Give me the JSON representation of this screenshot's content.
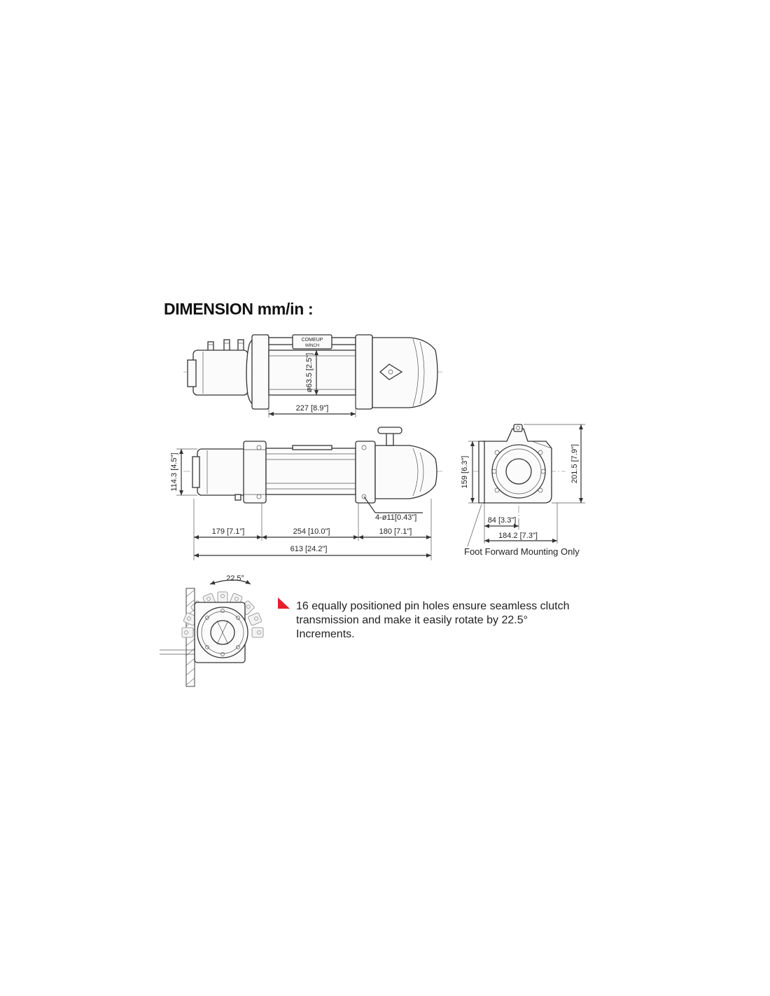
{
  "heading": "DIMENSION mm/in :",
  "logo_text": [
    "COMEUP",
    "WINCH"
  ],
  "dimensions": {
    "drum_diameter": "ø63.5 [2.5\"]",
    "drum_length": "227 [8.9\"]",
    "motor_height": "114.3 [4.5\"]",
    "bolt_holes": "4-ø11[0.43\"]",
    "motor_section": "179 [7.1\"]",
    "drum_section": "254 [10.0\"]",
    "gear_section": "180 [7.1\"]",
    "overall_length": "613 [24.2\"]",
    "foot_height": "159 [6.3\"]",
    "overall_height": "201.5 [7.9\"]",
    "foot_offset": "84 [3.3\"]",
    "foot_width": "184.2 [7.3\"]",
    "angle": "22.5°"
  },
  "mounting_note": "Foot Forward Mounting Only",
  "feature_note": [
    "16 equally positioned pin holes ensure seamless clutch",
    "transmission and make it easily rotate by 22.5°",
    "Increments."
  ],
  "colors": {
    "accent": "#e5202a",
    "line": "#333333"
  },
  "icons": {
    "note_marker": "red-triangle-icon"
  }
}
